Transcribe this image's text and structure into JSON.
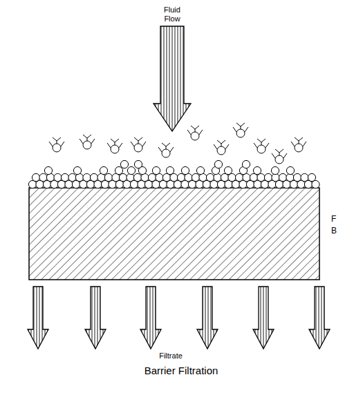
{
  "diagram": {
    "caption": "Barrier Filtration",
    "labels": [
      "Fluid Flow",
      "F",
      "B",
      "Filtrate"
    ]
  }
}
